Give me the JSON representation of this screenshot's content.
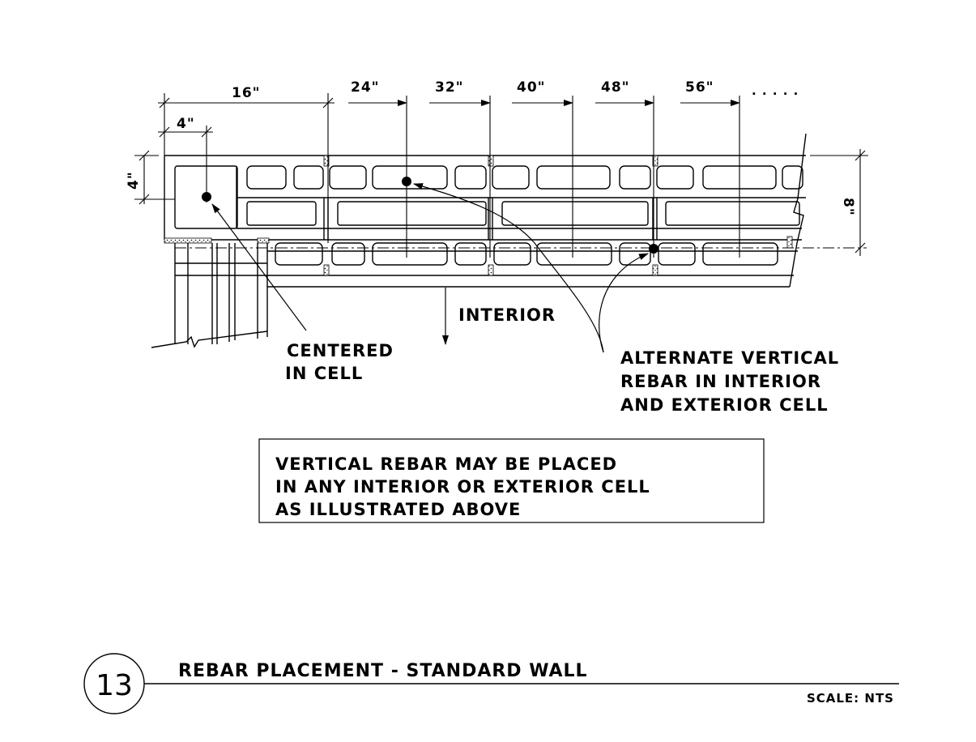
{
  "dimensions": {
    "d16": "16\"",
    "d24": "24\"",
    "d32": "32\"",
    "d40": "40\"",
    "d48": "48\"",
    "d56": "56\"",
    "ellipsis": ". . . . .",
    "d4_top": "4\"",
    "d4_left": "4\"",
    "d8_right": "8\""
  },
  "labels": {
    "interior": "INTERIOR",
    "centered_1": "CENTERED",
    "centered_2": "IN CELL",
    "alternate_1": "ALTERNATE VERTICAL",
    "alternate_2": "REBAR IN INTERIOR",
    "alternate_3": "AND EXTERIOR CELL"
  },
  "note": {
    "line1": "VERTICAL REBAR MAY BE PLACED",
    "line2": "IN ANY INTERIOR OR EXTERIOR CELL",
    "line3": "AS ILLUSTRATED ABOVE"
  },
  "title_block": {
    "detail_number": "13",
    "title": "REBAR PLACEMENT - STANDARD WALL",
    "scale": "SCALE: NTS"
  }
}
